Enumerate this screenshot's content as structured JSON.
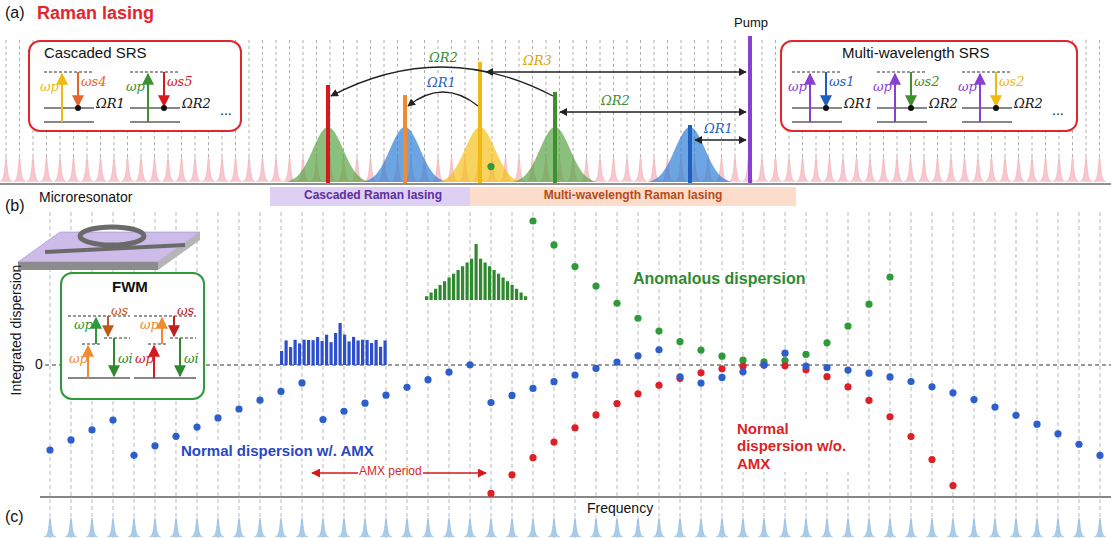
{
  "diagram": {
    "nodes": [
      {
        "text": [
          "Cascaded SRS",
          "ωp",
          "ωs4",
          "ΩR1",
          "ωp",
          "ωs5",
          "ΩR2",
          "..."
        ]
      },
      {
        "text": [
          "Multi-wavelength SRS",
          "ωp",
          "ωs1",
          "ΩR1",
          "ωp",
          "ωs2",
          "ΩR2",
          "ωp",
          "ωs2",
          "ΩR2",
          "..."
        ]
      },
      {
        "text": [
          "FWM",
          "ωp",
          "ωp",
          "ωs",
          "ωi",
          "ωp",
          "ωp",
          "ωs",
          "ωi"
        ]
      },
      {
        "text": [
          "Cascaded Raman lasing"
        ]
      },
      {
        "text": [
          "Multi-wavelength Raman lasing"
        ]
      }
    ],
    "labels": [
      "(a)",
      "Raman lasing",
      "Pump",
      "ΩR2",
      "ΩR1",
      "ΩR3",
      "ΩR2",
      "ΩR1",
      "Microresonator",
      "(b)",
      "Integrated dispersion",
      "0",
      "Anomalous dispersion",
      "Normal dispersion w/. AMX",
      "Normal dispersion w/o. AMX",
      "AMX period",
      "Frequency",
      "(c)"
    ]
  }
}
